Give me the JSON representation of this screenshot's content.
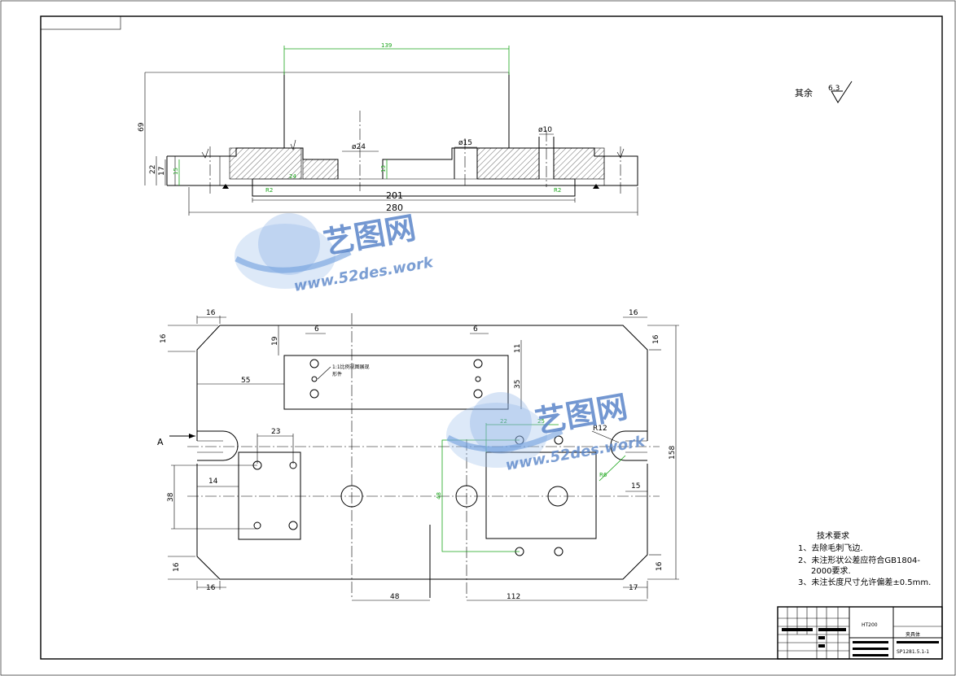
{
  "drawing": {
    "section_view": {
      "dims": {
        "top_139": "139",
        "height_69": "69",
        "height_22": "22",
        "height_17": "17",
        "height_15": "15",
        "height_13": "13",
        "dia_24": "ø24",
        "dia_15": "ø15",
        "dia_10": "ø10",
        "r2_left": "R2",
        "r2_right": "R2",
        "len_201": "201",
        "len_280": "280",
        "g_24": "24"
      }
    },
    "plan_view": {
      "view_label": "A",
      "dims": {
        "d16_tl_top": "16",
        "d16_tl_left": "16",
        "d16_tr_top": "16",
        "d16_tr_right": "16",
        "d19": "19",
        "d6_left": "6",
        "d6_right": "6",
        "d11": "11",
        "d55": "55",
        "d35": "35",
        "d23": "23",
        "d14": "14",
        "d38": "38",
        "r12": "R12",
        "r6": "R6",
        "d15": "15",
        "d158": "158",
        "d16_bl_left": "16",
        "d16_bl_bottom": "16",
        "d16_br_right": "16",
        "d17": "17",
        "d48": "48",
        "d112": "112",
        "g22": "22",
        "g25": "25",
        "g48": "48"
      },
      "note_label": "1:1比例视图展现",
      "note_sub": "形件"
    },
    "surface_finish": {
      "label": "其余",
      "value": "6.3"
    },
    "tech_requirements": {
      "title": "技术要求",
      "items": [
        "1、去除毛刺飞边.",
        "2、未注形状公差应符合GB1804-",
        "2000要求.",
        "3、未注长度尺寸允许偏差±0.5mm."
      ]
    },
    "title_block": {
      "material": "HT200",
      "part_name": "夹具体",
      "drawing_no": "SP1281.5.1-1"
    },
    "watermark": {
      "brand": "艺图网",
      "url": "www.52des.work"
    }
  }
}
